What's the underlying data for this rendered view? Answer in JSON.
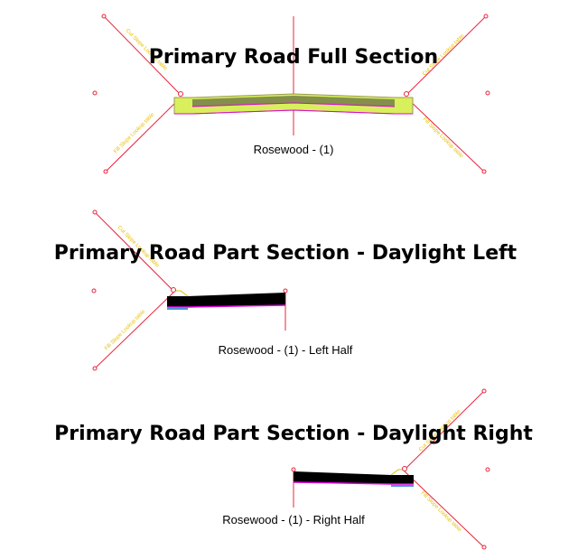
{
  "sections": [
    {
      "title": "Primary Road Full Section",
      "subtitle": "Rosewood - (1)",
      "slope_labels": {
        "cut_left": "Cut Slope Lookup table",
        "fill_left": "Fill Slope Lookup table",
        "cut_right": "Cut Slope Lookup table",
        "fill_right": "Fill Slope Lookup table"
      }
    },
    {
      "title": "Primary Road Part Section - Daylight Left",
      "subtitle": "Rosewood - (1) - Left Half",
      "slope_labels": {
        "cut_left": "Cut Slope Lookup table",
        "fill_left": "Fill Slope Lookup table"
      }
    },
    {
      "title": "Primary Road Part Section - Daylight Right",
      "subtitle": "Rosewood - (1) - Right Half",
      "slope_labels": {
        "cut_right": "Cut Slope Lookup table",
        "fill_right": "Fill Slope Lookup table"
      }
    }
  ],
  "colors": {
    "ray": "#e8243c",
    "slope_label": "#e8c000",
    "pavement_fill": "#d8f05c",
    "subgrade": "#000000",
    "edge_magenta": "#e000e0",
    "edge_blue": "#1070d0"
  }
}
